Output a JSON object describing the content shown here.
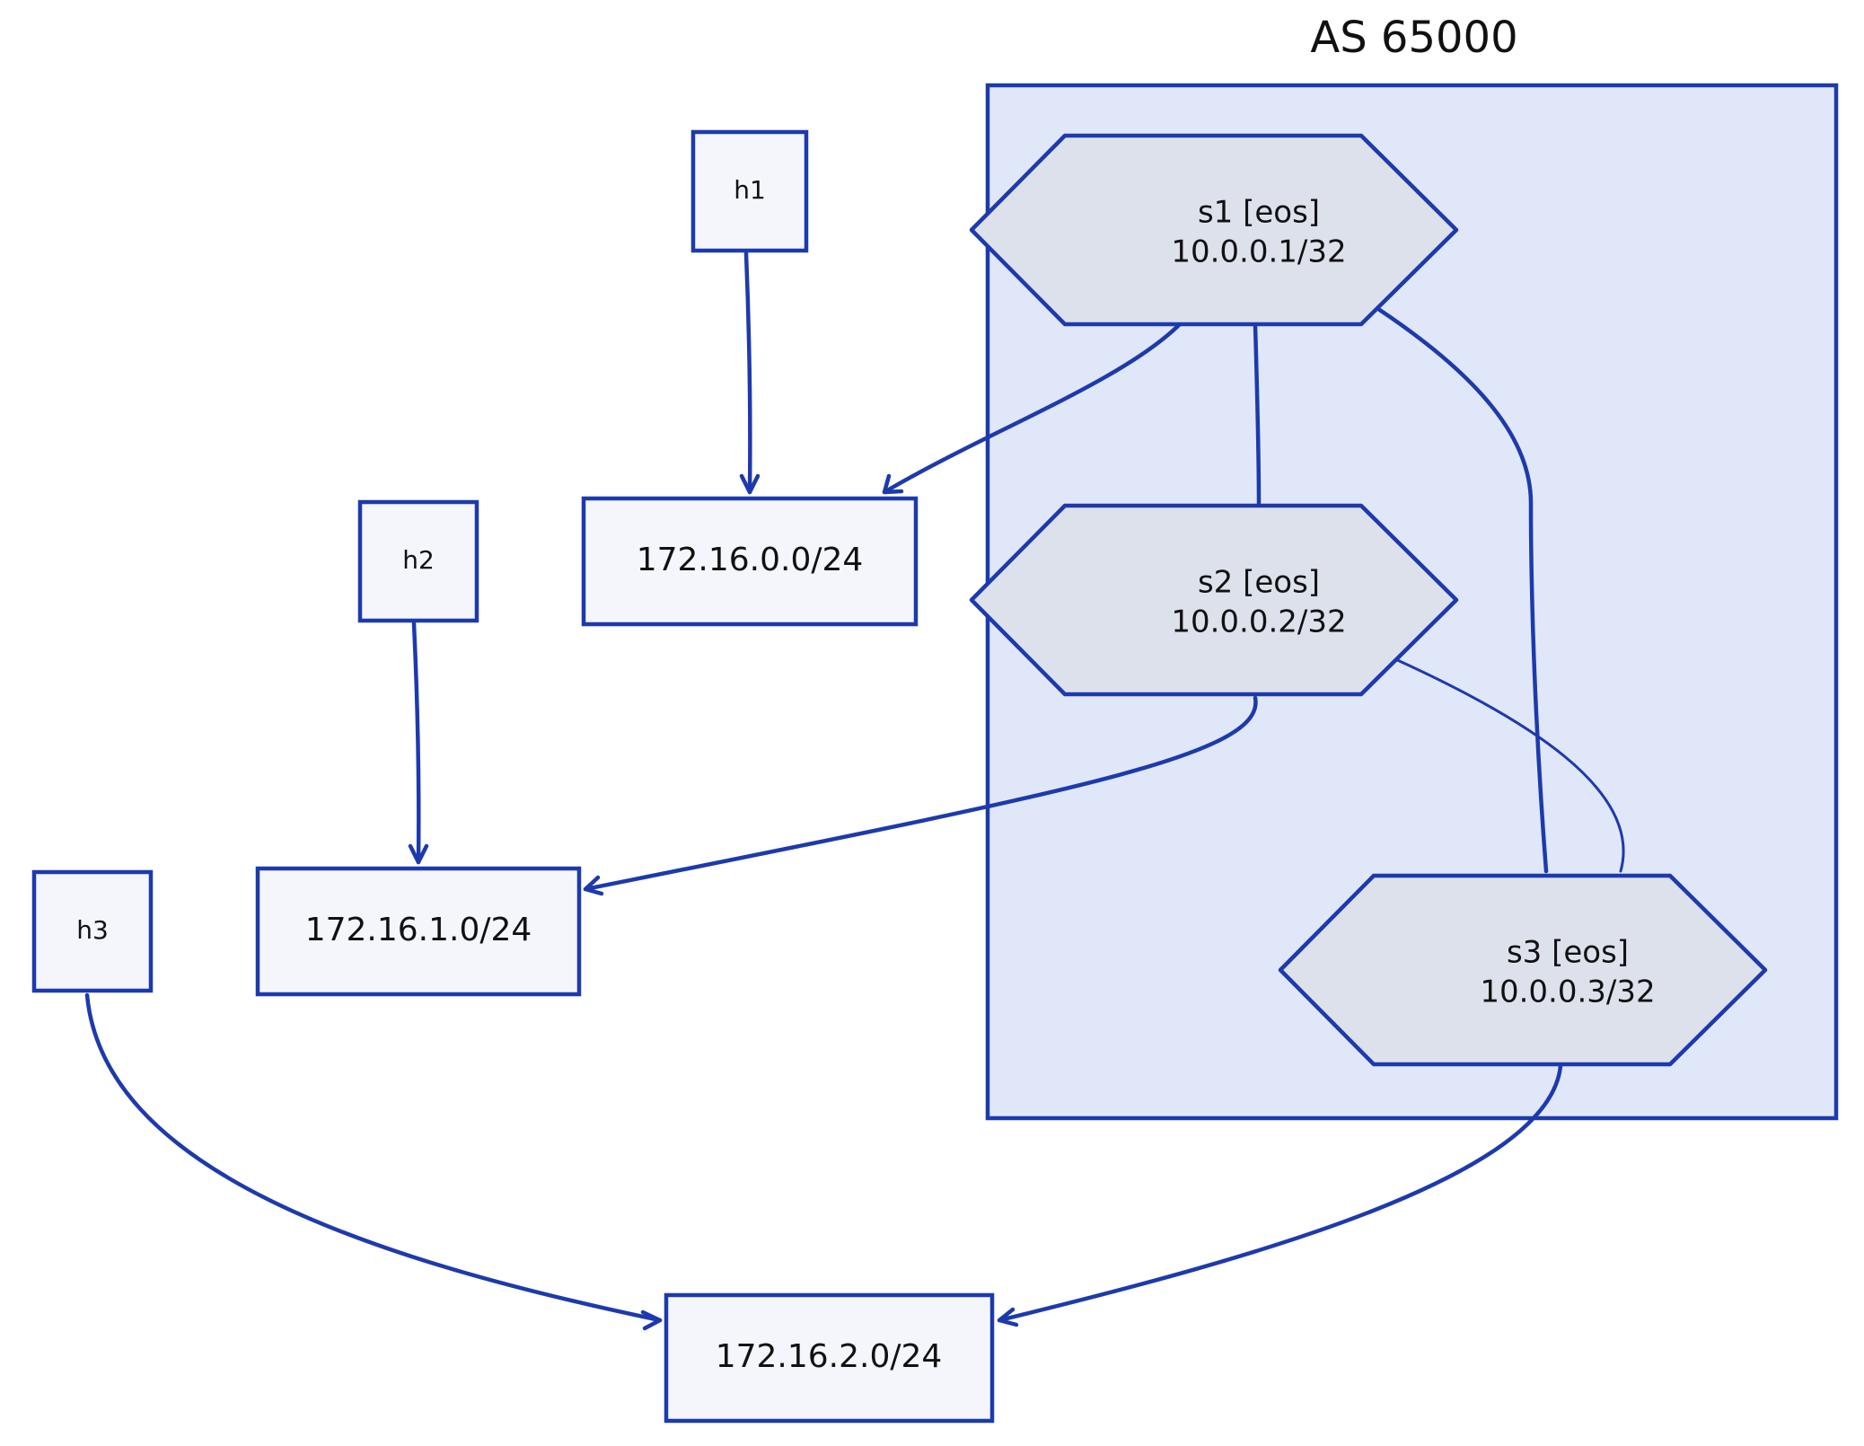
{
  "diagram": {
    "as_label": "AS 65000",
    "hosts": [
      {
        "id": "h1",
        "label": "h1"
      },
      {
        "id": "h2",
        "label": "h2"
      },
      {
        "id": "h3",
        "label": "h3"
      }
    ],
    "networks": [
      {
        "id": "net0",
        "label": "172.16.0.0/24"
      },
      {
        "id": "net1",
        "label": "172.16.1.0/24"
      },
      {
        "id": "net2",
        "label": "172.16.2.0/24"
      }
    ],
    "switches": [
      {
        "id": "s1",
        "name": "s1 [eos]",
        "address": "10.0.0.1/32"
      },
      {
        "id": "s2",
        "name": "s2 [eos]",
        "address": "10.0.0.2/32"
      },
      {
        "id": "s3",
        "name": "s3 [eos]",
        "address": "10.0.0.3/32"
      }
    ],
    "links": [
      {
        "from": "h1",
        "to": "net0",
        "directed": true
      },
      {
        "from": "s1",
        "to": "net0",
        "directed": true
      },
      {
        "from": "h2",
        "to": "net1",
        "directed": true
      },
      {
        "from": "s2",
        "to": "net1",
        "directed": true
      },
      {
        "from": "h3",
        "to": "net2",
        "directed": true
      },
      {
        "from": "s3",
        "to": "net2",
        "directed": true
      },
      {
        "from": "s1",
        "to": "s2",
        "directed": false
      },
      {
        "from": "s1",
        "to": "s3",
        "directed": false
      },
      {
        "from": "s2",
        "to": "s3",
        "directed": false
      }
    ],
    "colors": {
      "stroke": "#1d3aad",
      "as_fill": "#e0e7f8",
      "switch_fill": "#dde1ec",
      "box_fill": "#f4f6fb"
    }
  }
}
